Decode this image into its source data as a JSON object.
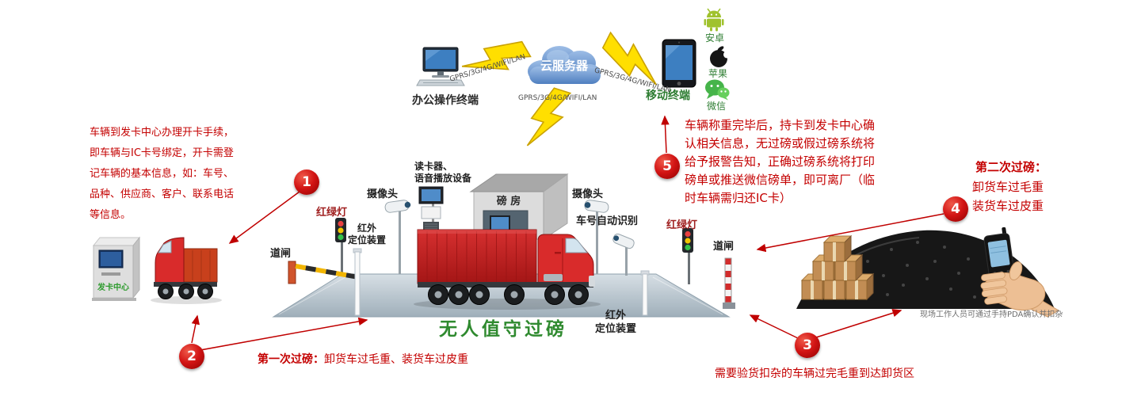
{
  "top": {
    "office_terminal": "办公操作终端",
    "cloud": "云服务器",
    "mobile_terminal": "移动终端",
    "gprs_left": "GPRS/3G/4G/WIFI/LAN",
    "gprs_center": "GPRS/3G/4G/WIFI/LAN",
    "gprs_right": "GPRS/3G/4G/WIFI/LAN",
    "android": "安卓",
    "apple": "苹果",
    "wechat": "微信"
  },
  "steps": [
    {
      "number": "1"
    },
    {
      "number": "2"
    },
    {
      "number": "3"
    },
    {
      "number": "4"
    },
    {
      "number": "5"
    }
  ],
  "notes": {
    "card_issuing": "车辆到发卡中心办理开卡手续，即车辆与IC卡号绑定，开卡需登记车辆的基本信息，如：车号、品种、供应商、客户、联系电话等信息。",
    "after_weighing": "车辆称重完毕后，持卡到发卡中心确认相关信息，无过磅或假过磅系统将给予报警告知，正确过磅系统将打印磅单或推送微信磅单，即可离厂（临时车辆需归还IC卡）",
    "first_weigh_title": "第一次过磅：",
    "first_weigh_text": "卸货车过毛重、装货车过皮重",
    "second_weigh_title": "第二次过磅：",
    "second_weigh_line1": "卸货车过毛重",
    "second_weigh_line2": "装货车过皮重",
    "unloading_area": "需要验货扣杂的车辆过完毛重到达卸货区",
    "pda_note": "现场工作人员可通过手持PDA确认并扣杂"
  },
  "scene": {
    "title": "无人值守过磅",
    "camera_left": "摄像头",
    "camera_right": "摄像头",
    "reader_line1": "读卡器、",
    "reader_line2": "语音播放设备",
    "weigh_house": "磅 房",
    "plate_recognition": "车号自动识别",
    "traffic_light_left": "红绿灯",
    "traffic_light_right": "红绿灯",
    "barrier_left": "道闸",
    "barrier_right": "道闸",
    "infrared_left_line1": "红外",
    "infrared_left_line2": "定位装置",
    "infrared_right_line1": "红外",
    "infrared_right_line2": "定位装置",
    "card_center": "发卡中心"
  },
  "colors": {
    "note_red": "#c40000",
    "label_green": "#2e7d32",
    "title_green": "#2f8a2f",
    "truck_red": "#d92b2b",
    "bolt_yellow": "#ffdf00",
    "cloud_blue": "#4f7fc0"
  }
}
